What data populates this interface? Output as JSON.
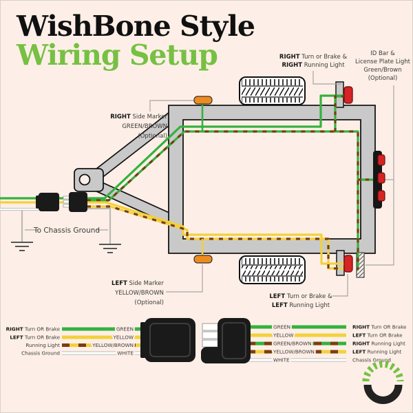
{
  "title": {
    "line1": "WishBone Style",
    "line2": "Wiring Setup"
  },
  "colors": {
    "background": "#fdefe7",
    "accent_green": "#76c043",
    "wire_green": "#35b13f",
    "wire_yellow": "#f2d13b",
    "wire_brown": "#7a3e10",
    "wire_white": "#ffffff",
    "marker_orange": "#ee8b1f",
    "light_red": "#d62424",
    "frame_gray": "#c9c9c9"
  },
  "diagram": {
    "right_light": {
      "b1": "RIGHT",
      "t1": " Turn or Brake &",
      "b2": "RIGHT",
      "t2": " Running Light"
    },
    "id_bar": {
      "l1": "ID Bar &",
      "l2": "License Plate Light",
      "l3": "Green/Brown",
      "l4": "(Optional)"
    },
    "right_marker": {
      "b": "RIGHT",
      "t": " Side Marker",
      "l2": "GREEN/BROWN",
      "l3": "(Optional)"
    },
    "ground": "To Chassis Ground",
    "left_marker": {
      "b": "LEFT",
      "t": " Side Marker",
      "l2": "YELLOW/BROWN",
      "l3": "(Optional)"
    },
    "left_light": {
      "b1": "LEFT",
      "t1": " Turn or Brake &",
      "b2": "LEFT",
      "t2": " Running Light"
    }
  },
  "legend_left": {
    "rows": [
      {
        "bold": "RIGHT",
        "rest": " Turn OR Brake",
        "color": "GREEN"
      },
      {
        "bold": "LEFT",
        "rest": " Turn OR Brake",
        "color": "YELLOW"
      },
      {
        "bold": "",
        "rest": "Running Light",
        "color": "YELLOW/BROWN"
      },
      {
        "bold": "",
        "rest": "Chassis Ground",
        "color": "WHITE"
      }
    ]
  },
  "legend_right": {
    "rows": [
      {
        "color": "GREEN",
        "bold": "RIGHT",
        "rest": " Turn OR Brake"
      },
      {
        "color": "YELLOW",
        "bold": "LEFT",
        "rest": " Turn OR Brake"
      },
      {
        "color": "GREEN/BROWN",
        "bold": "RIGHT",
        "rest": " Running Light"
      },
      {
        "color": "YELLOW/BROWN",
        "bold": "LEFT",
        "rest": " Running Light"
      },
      {
        "color": "WHITE",
        "bold": "",
        "rest": "Chassis Ground"
      }
    ]
  }
}
